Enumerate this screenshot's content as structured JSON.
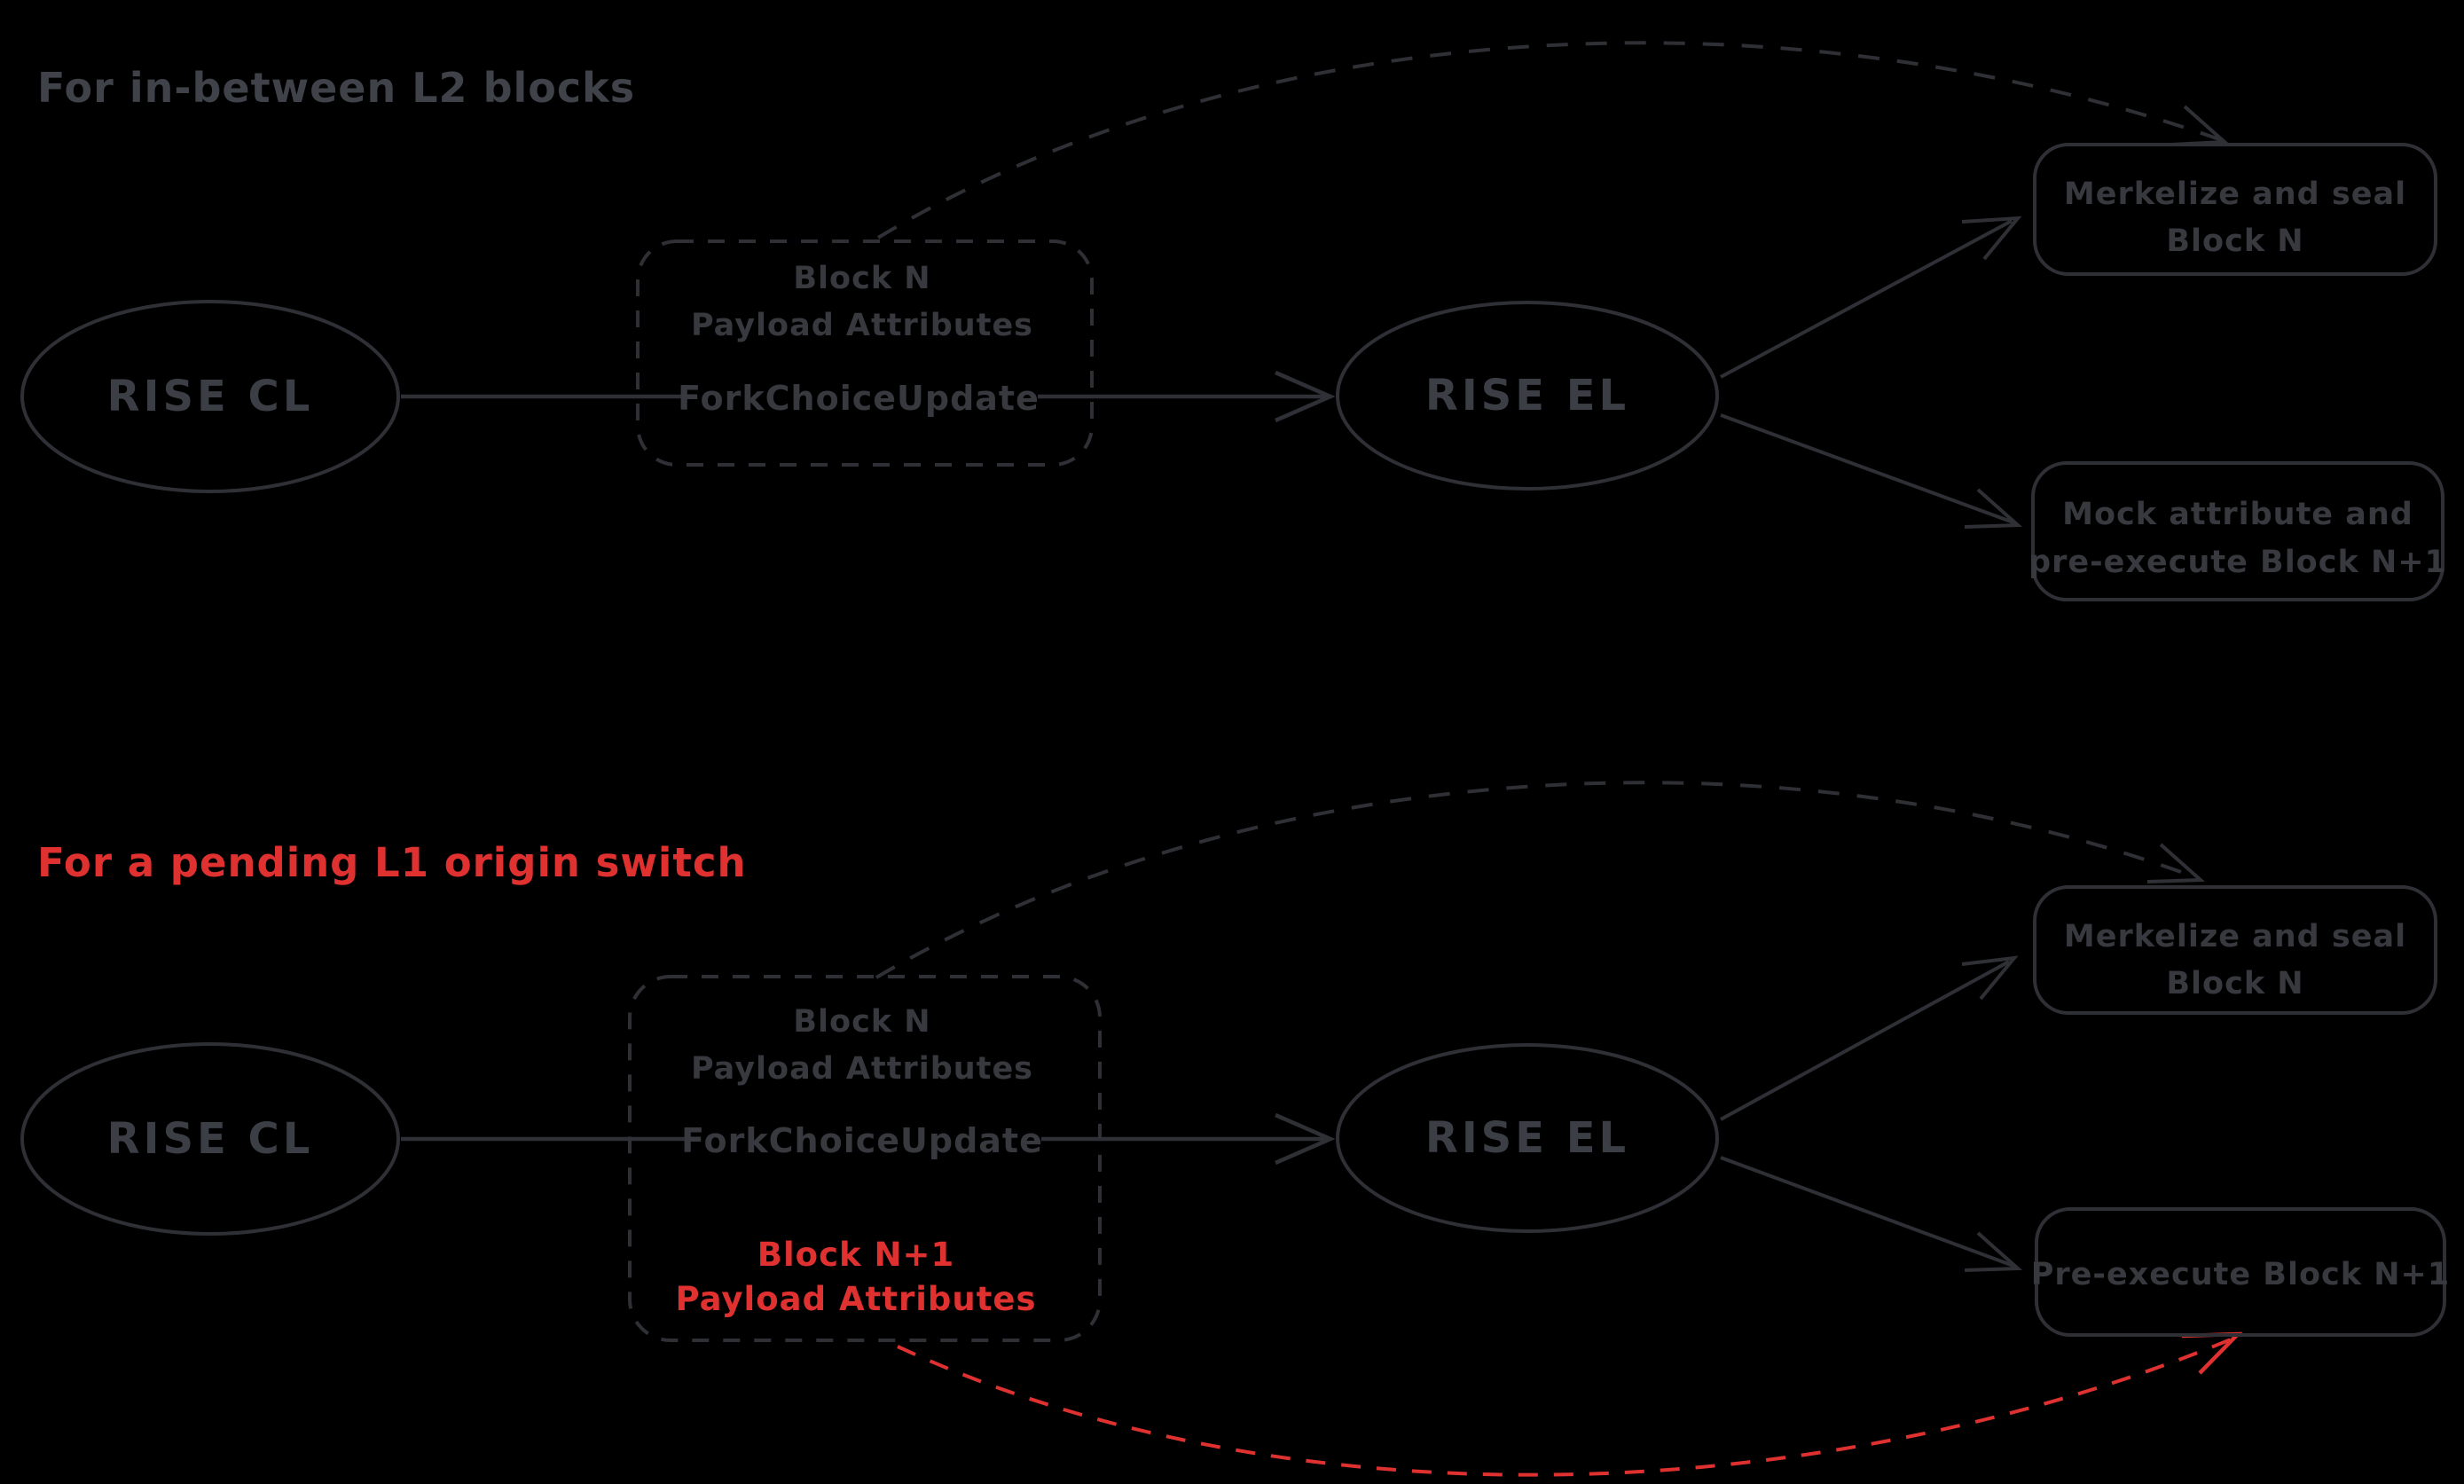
{
  "colors": {
    "background": "#000000",
    "gray_stroke": "#2f3036",
    "gray_text": "#37393f",
    "heading_gray": "#40424a",
    "red": "#e03131"
  },
  "sections": [
    {
      "title": "For in-between L2 blocks",
      "cl_label": "RISE CL",
      "el_label": "RISE EL",
      "payload_box": {
        "line1": "Block N",
        "line2": "Payload Attributes",
        "arrow_label": "ForkChoiceUpdate"
      },
      "merkelize_box": {
        "line1": "Merkelize and seal",
        "line2": "Block N"
      },
      "pre_execute_box": {
        "line1": "Mock attribute and",
        "line2": "pre-execute Block N+1"
      }
    },
    {
      "title": "For a pending L1 origin switch",
      "cl_label": "RISE CL",
      "el_label": "RISE EL",
      "payload_box": {
        "line1": "Block N",
        "line2": "Payload Attributes",
        "arrow_label": "ForkChoiceUpdate",
        "pending_line1": "Block N+1",
        "pending_line2": "Payload Attributes"
      },
      "merkelize_box": {
        "line1": "Merkelize and seal",
        "line2": "Block N"
      },
      "pre_execute_box": {
        "line1": "Pre-execute Block N+1"
      }
    }
  ]
}
